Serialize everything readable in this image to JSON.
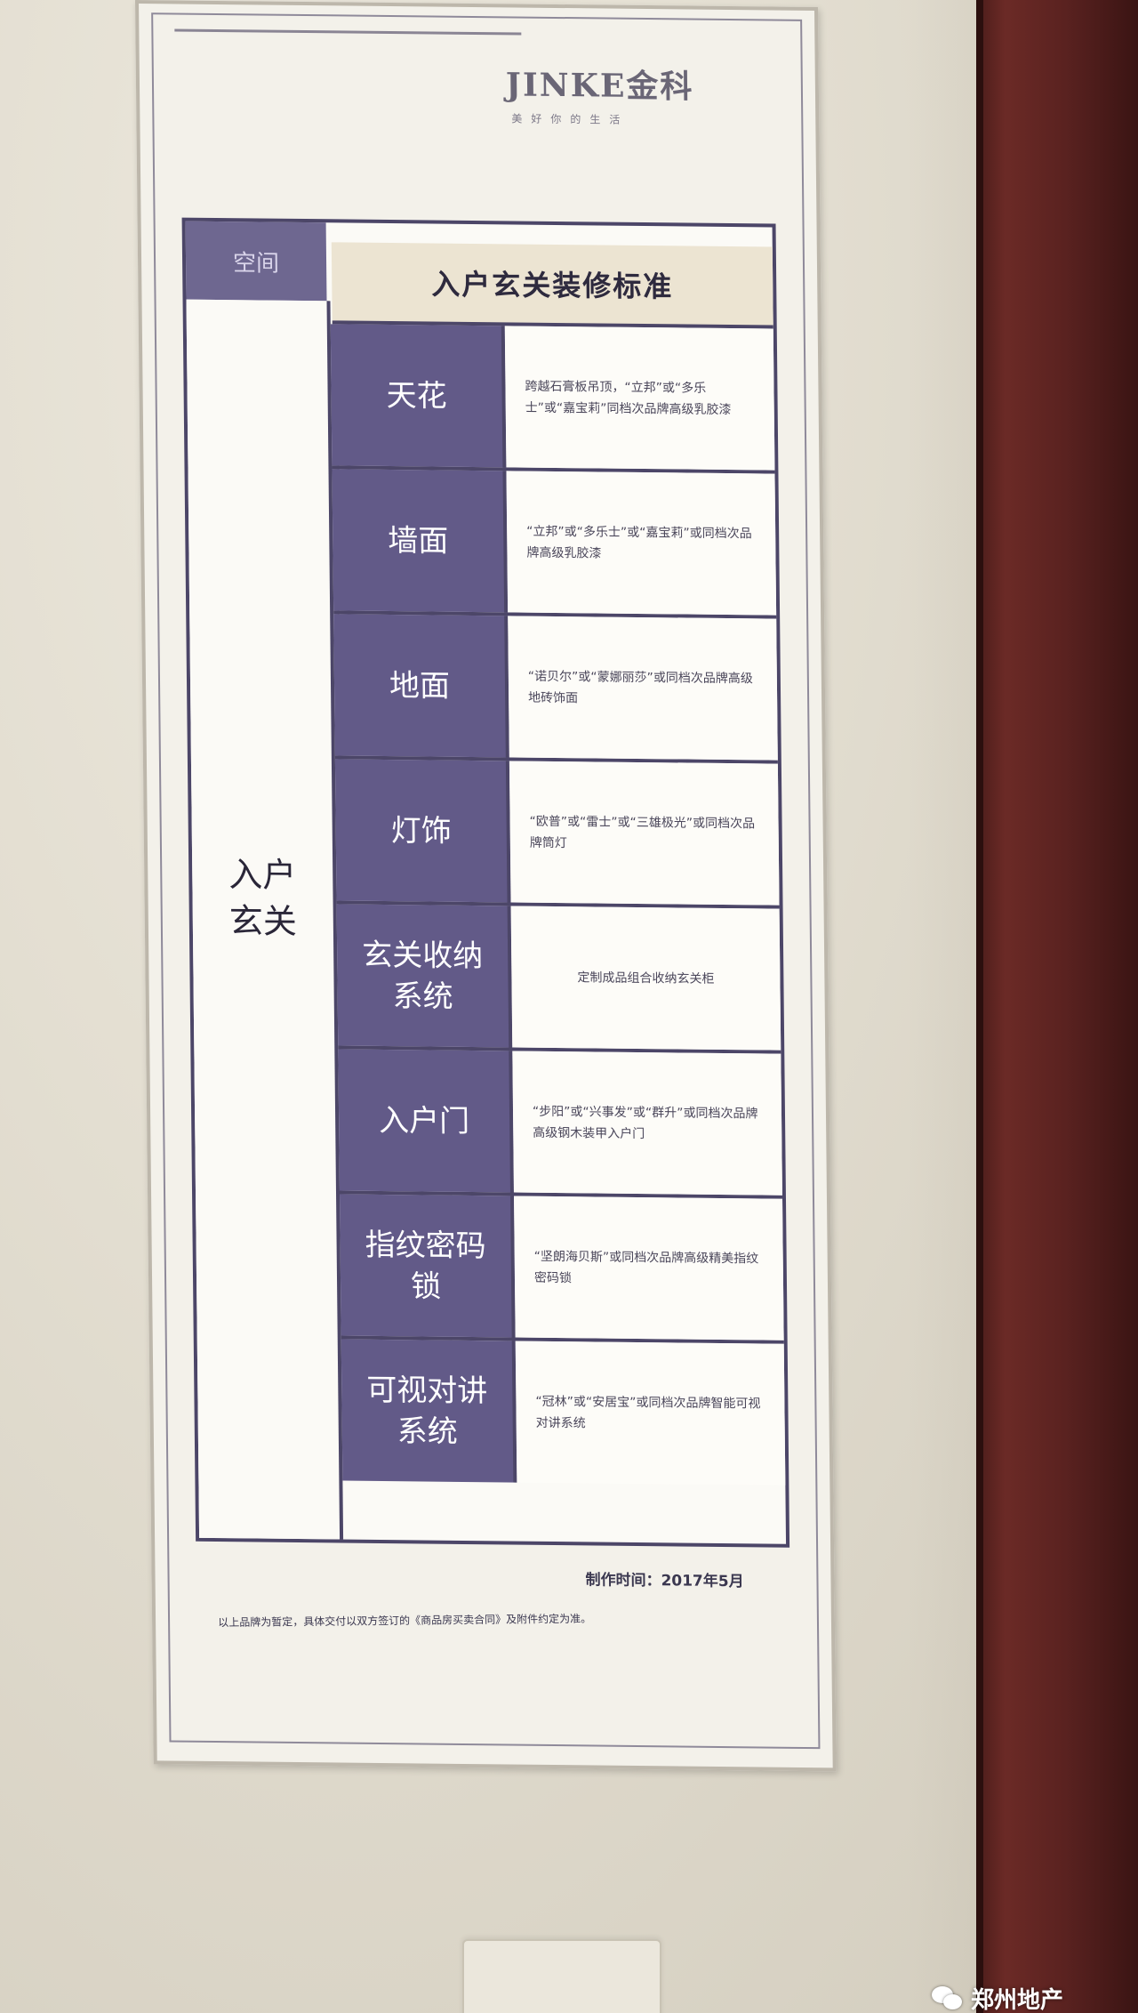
{
  "logo": {
    "mark": "JINKE金科",
    "tagline": "美好你的生活"
  },
  "table": {
    "header_left": "空间",
    "header_title": "入户玄关装修标准",
    "area": "入户玄关",
    "rows": [
      {
        "item": "天花",
        "desc": "跨越石膏板吊顶，“立邦”或“多乐士”或“嘉宝莉”同档次品牌高级乳胶漆"
      },
      {
        "item": "墙面",
        "desc": "“立邦”或“多乐士”或“嘉宝莉”或同档次品牌高级乳胶漆"
      },
      {
        "item": "地面",
        "desc": "“诺贝尔”或“蒙娜丽莎”或同档次品牌高级地砖饰面"
      },
      {
        "item": "灯饰",
        "desc": "“欧普”或“雷士”或“三雄极光”或同档次品牌筒灯"
      },
      {
        "item": "玄关收纳系统",
        "desc": "定制成品组合收纳玄关柜"
      },
      {
        "item": "入户门",
        "desc": "“步阳”或“兴事发”或“群升”或同档次品牌高级钢木装甲入户门"
      },
      {
        "item": "指纹密码锁",
        "desc": "“坚朗海贝斯”或同档次品牌高级精美指纹密码锁"
      },
      {
        "item": "可视对讲系统",
        "desc": "“冠林”或“安居宝”或同档次品牌智能可视对讲系统"
      }
    ]
  },
  "made_time": "制作时间：2017年5月",
  "footnote": "以上品牌为暂定，具体交付以双方签订的《商品房买卖合同》及附件约定为准。",
  "watermark": {
    "label": "郑州地产",
    "icon": "wechat-icon"
  },
  "colors": {
    "purple": "#625a88",
    "header_purple": "#6e6790",
    "border": "#4c4668",
    "door": "#5a2220"
  }
}
